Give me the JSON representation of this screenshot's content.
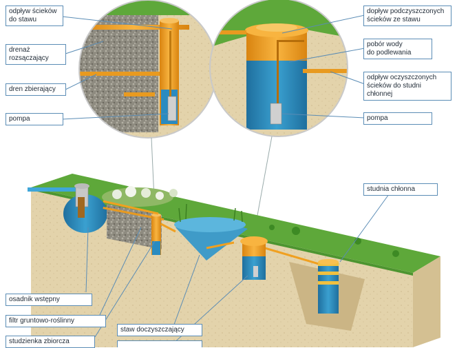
{
  "labels": {
    "odplyw_sciekow": [
      "odpływ ścieków",
      "do stawu"
    ],
    "drenaz": [
      "drenaż",
      "rozsączający"
    ],
    "dren_zbierajacy": "dren zbierający",
    "pompa_left": "pompa",
    "doplyw": [
      "dopływ podczyszczonych",
      "ścieków ze stawu"
    ],
    "pobor_wody": [
      "pobór wody",
      "do podlewania"
    ],
    "odplyw_oczyszczonych": [
      "odpływ oczyszczonych",
      "ścieków do studni",
      "chłonnej"
    ],
    "pompa_right": "pompa",
    "studnia_chlonna": "studnia chłonna",
    "osadnik": "osadnik wstępny",
    "filtr": "filtr gruntowo-roślinny",
    "studzienka": "studzienka zbiorcza",
    "staw": "staw doczyszczający"
  },
  "colors": {
    "label_border": "#5a8cb5",
    "leader_line": "#5a8cb5",
    "grass": "#5ea83a",
    "soil": "#e3d3ab",
    "water": "#3f9bc8",
    "pipe": "#f0a020",
    "tank_blue": "#2a8bc0"
  }
}
